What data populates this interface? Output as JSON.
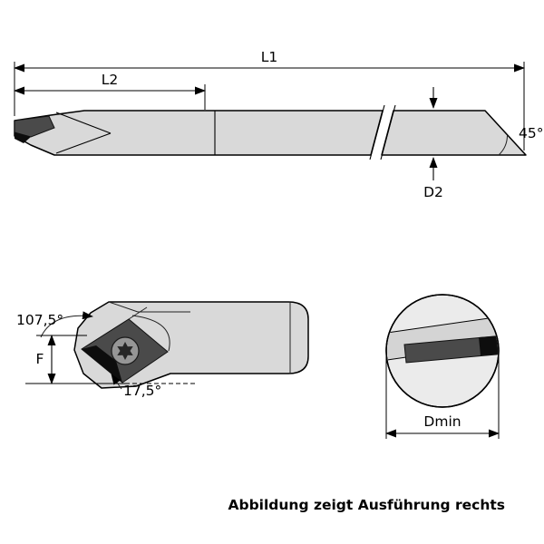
{
  "drawing": {
    "side_view": {
      "l1_label": "L1",
      "l2_label": "L2",
      "chamfer_angle_label": "45°",
      "d2_label": "D2"
    },
    "front_view": {
      "insert_angle_label": "107,5°",
      "functional_height_label": "F",
      "edge_angle_label": "17,5°"
    },
    "end_view": {
      "min_diameter_label": "Dmin"
    },
    "caption": "Abbildung zeigt Ausführung rechts"
  },
  "colors": {
    "background": "#ffffff",
    "body_fill": "#d9d9d9",
    "band_fill": "#d4d4d4",
    "insert_dark": "#4a4a4a",
    "insert_black": "#0d0d0d",
    "screw_fill": "#969696",
    "line": "#000000"
  }
}
